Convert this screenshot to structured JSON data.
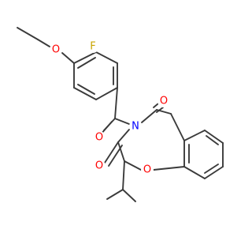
{
  "structure": {
    "atom_labels": {
      "ether_oxygen": "O",
      "fluorine": "F",
      "ketone_oxygen": "O",
      "ring_nitrogen": "N",
      "lactam_oxygen_top": "O",
      "lactam_oxygen_left": "O",
      "ring_oxygen": "O"
    }
  },
  "colors": {
    "bond": "#3a3a3a",
    "oxygen": "#ff0000",
    "nitrogen": "#0000ff",
    "fluorine": "#c8a400"
  }
}
